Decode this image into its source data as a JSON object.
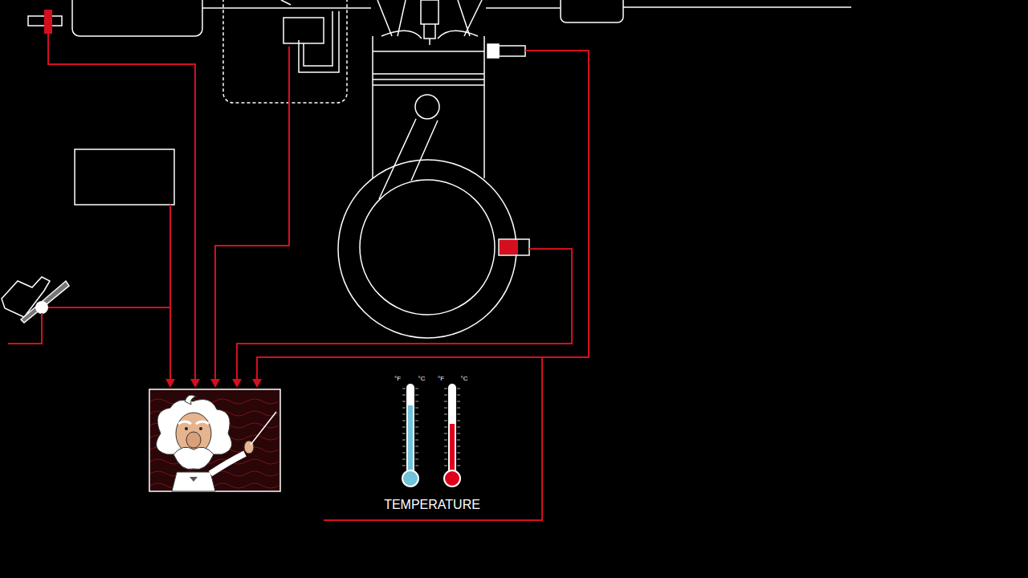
{
  "diagram": {
    "labels": [
      "°F",
      "°C",
      "°F",
      "°C",
      "TEMPERATURE"
    ]
  }
}
